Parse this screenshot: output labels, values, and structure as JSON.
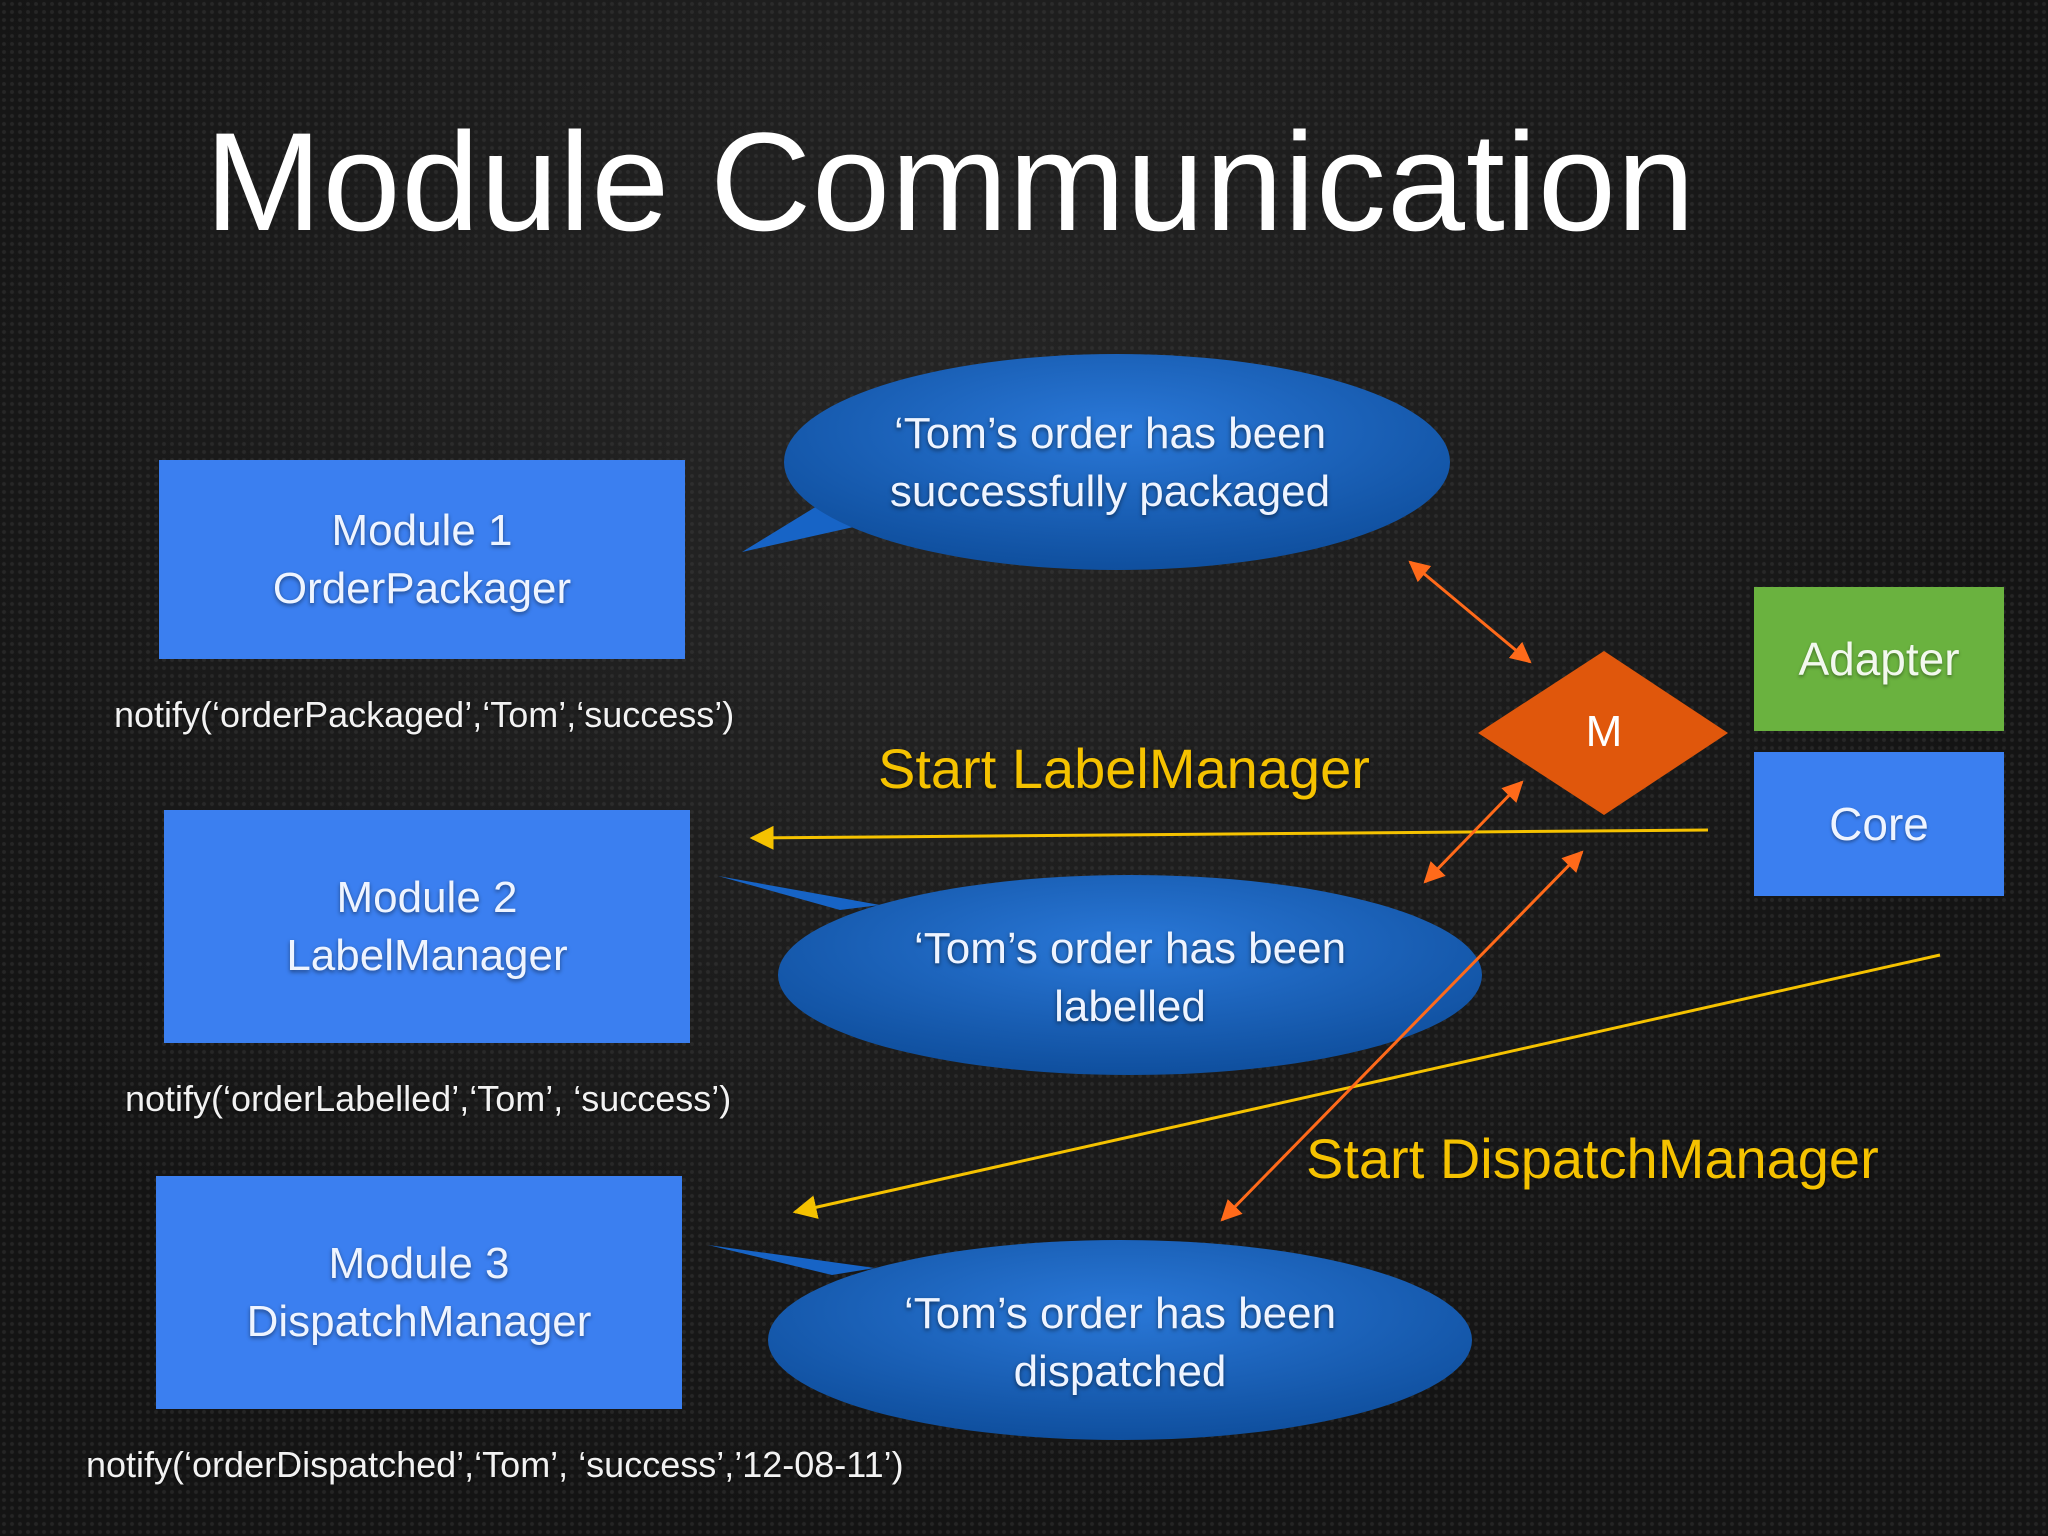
{
  "slide": {
    "title": "Module Communication"
  },
  "modules": [
    {
      "number": "Module 1",
      "name": "OrderPackager",
      "call": "notify(‘orderPackaged’,‘Tom’,‘success’)"
    },
    {
      "number": "Module 2",
      "name": "LabelManager",
      "call": "notify(‘orderLabelled’,‘Tom’, ‘success’)"
    },
    {
      "number": "Module 3",
      "name": "DispatchManager",
      "call": "notify(‘orderDispatched’,‘Tom’, ‘success’,’12-08-11’)"
    }
  ],
  "bubbles": [
    {
      "line1": "‘Tom’s order has been",
      "line2": "successfully packaged"
    },
    {
      "line1": "‘Tom’s order has been",
      "line2": "labelled"
    },
    {
      "line1": "‘Tom’s order has been",
      "line2": "dispatched"
    }
  ],
  "messages": {
    "start_label_manager": "Start LabelManager",
    "start_dispatch_manager": "Start DispatchManager"
  },
  "mediator": {
    "label": "M"
  },
  "adapter": {
    "label": "Adapter"
  },
  "core": {
    "label": "Core"
  },
  "colors": {
    "module_blue": "#3b7ff0",
    "bubble_blue": "#1a63c4",
    "adapter_green": "#6ab23f",
    "mediator_orange": "#e0570c",
    "message_yellow": "#f5c200",
    "arrow_orange": "#ff6a1a"
  }
}
